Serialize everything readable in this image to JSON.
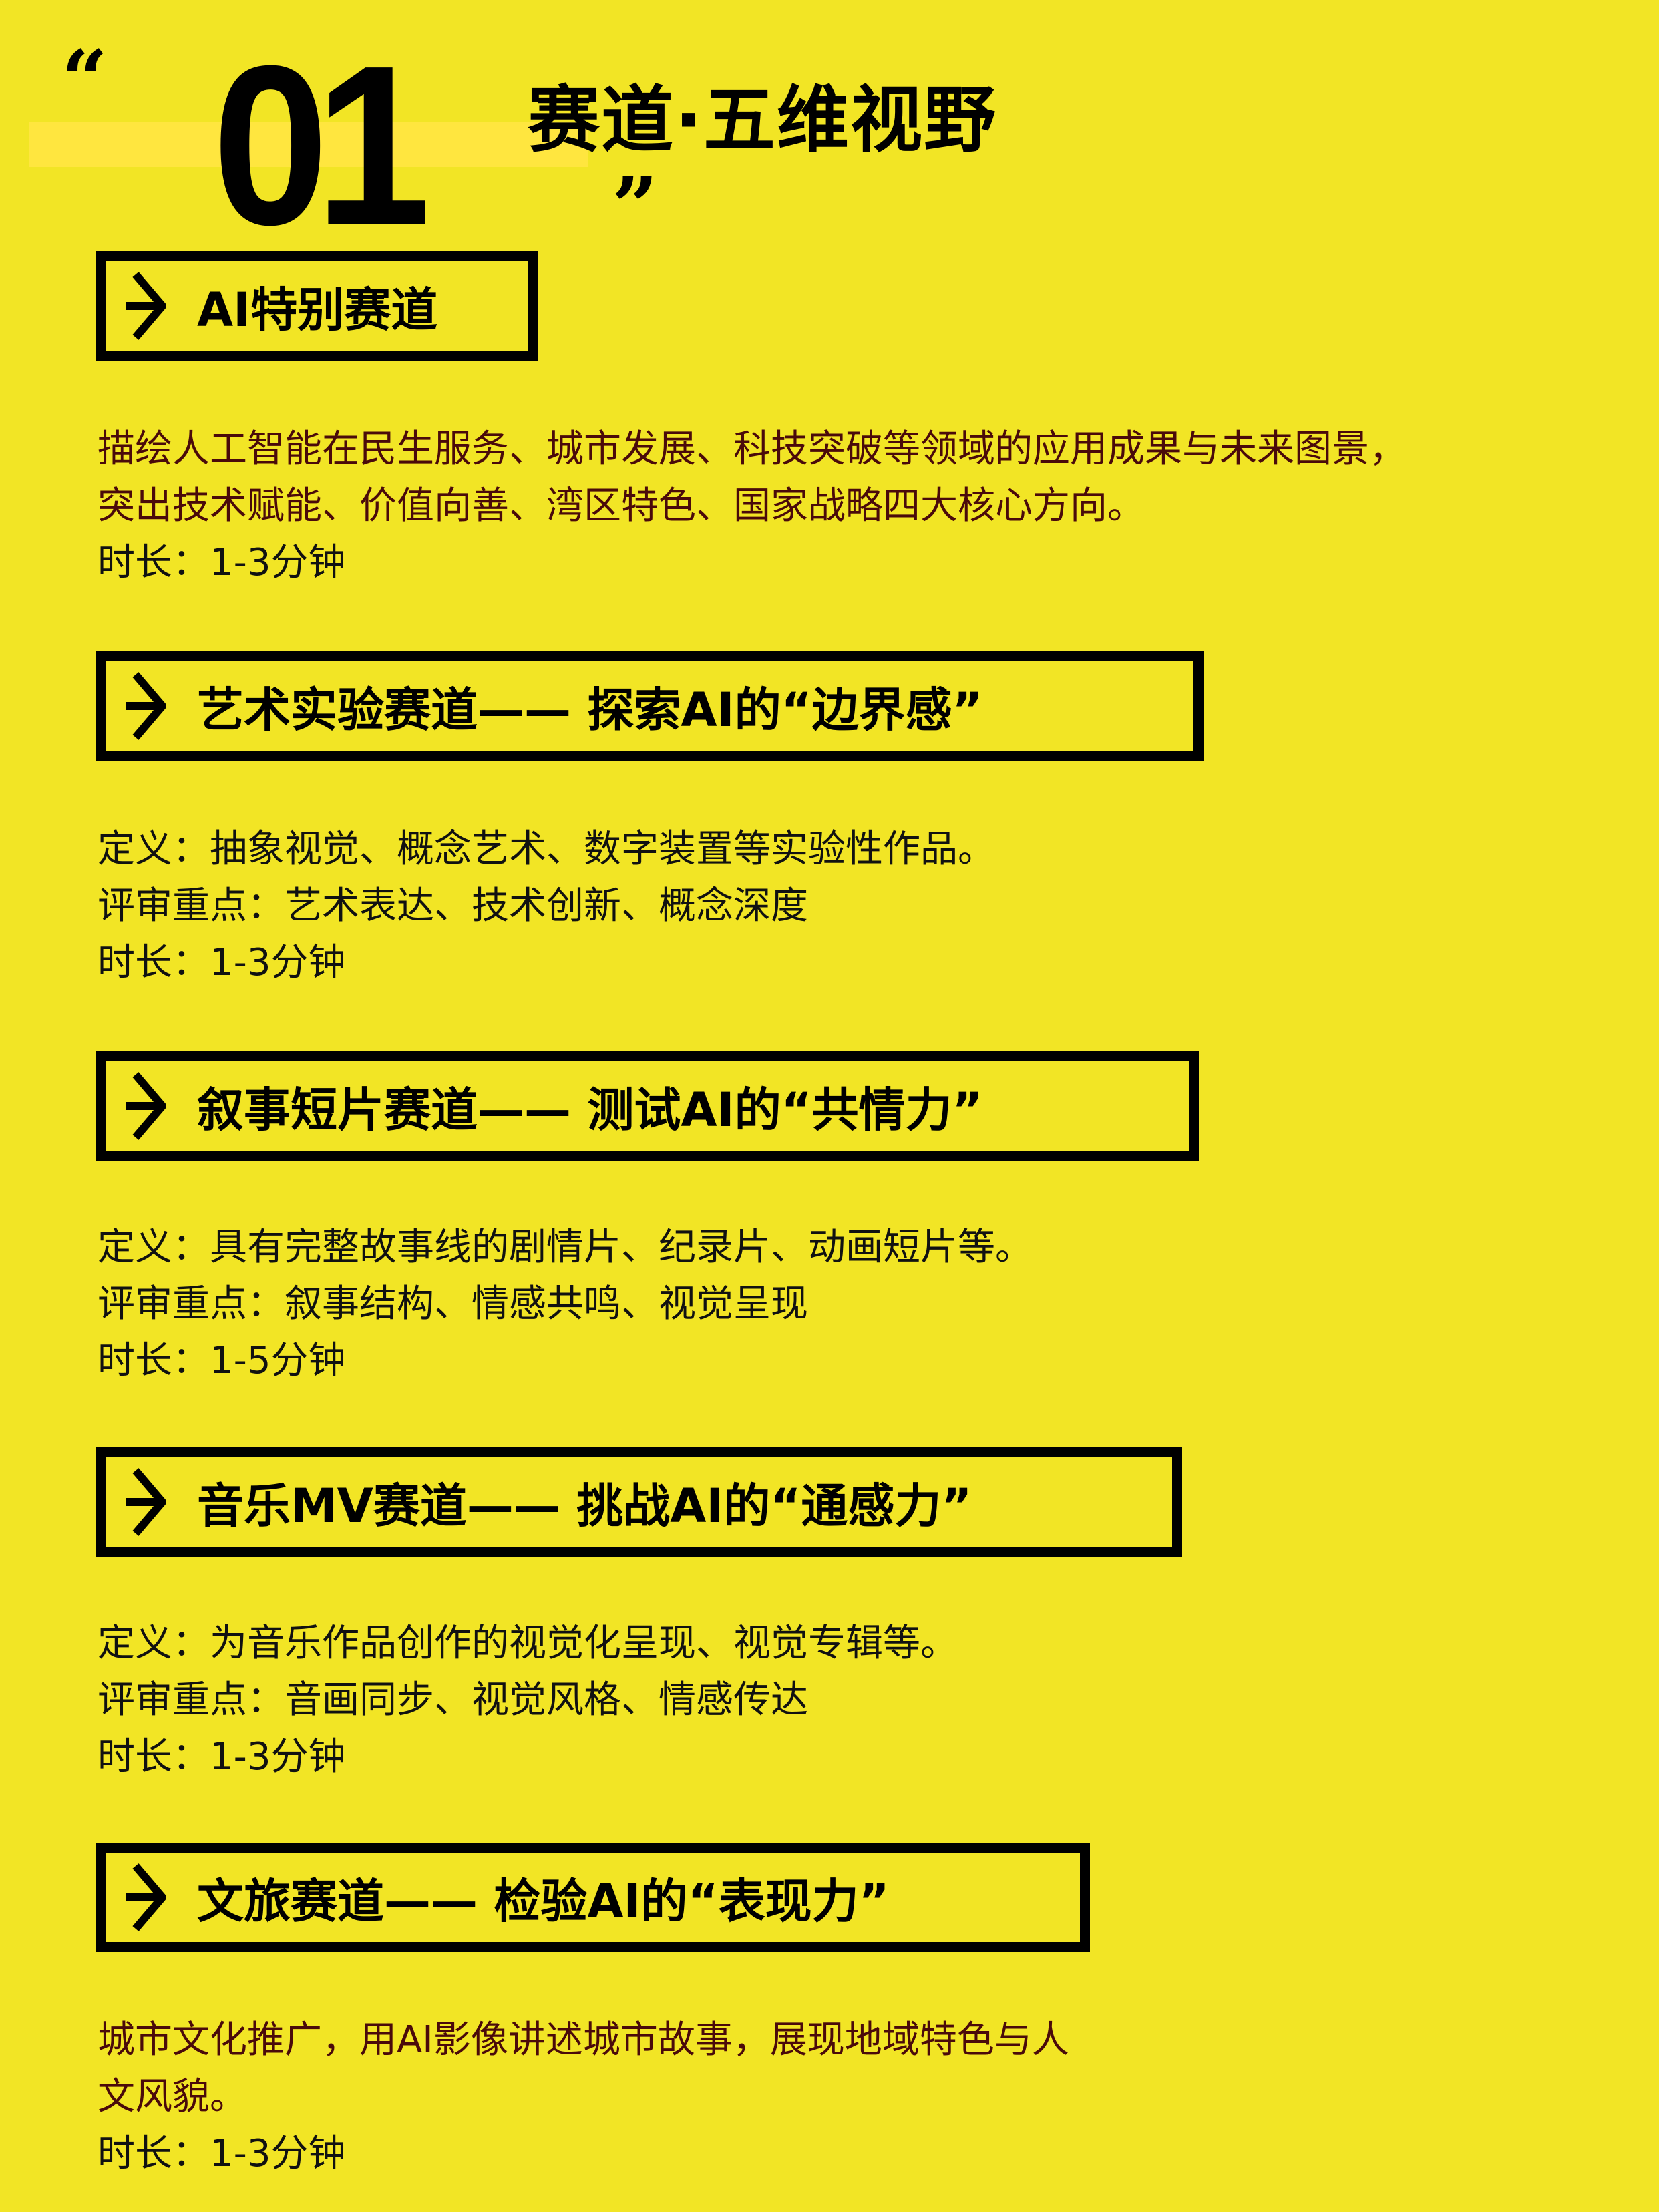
{
  "header": {
    "quote_open": "“",
    "number": "01",
    "title": "赛道·五维视野",
    "quote_close": "”"
  },
  "colors": {
    "background": "#F2E525",
    "highlight_bar": "#FFE63F",
    "accent_text": "#4A0A0A",
    "border": "#000000"
  },
  "tracks": [
    {
      "icon": "arrow-right-icon",
      "title": "AI特别赛道",
      "lines": [
        "描绘人工智能在民生服务、城市发展、科技突破等领域的应用成果与未来图景，",
        "突出技术赋能、价值向善、湾区特色、国家战略四大核心方向。"
      ],
      "duration": "时长：1-3分钟"
    },
    {
      "icon": "arrow-right-icon",
      "title": "艺术实验赛道—— 探索AI的“边界感”",
      "definition": "定义：抽象视觉、概念艺术、数字装置等实验性作品。",
      "criteria": "评审重点：艺术表达、技术创新、概念深度",
      "duration": "时长：1-3分钟"
    },
    {
      "icon": "arrow-right-icon",
      "title": "叙事短片赛道—— 测试AI的“共情力”",
      "definition": "定义：具有完整故事线的剧情片、纪录片、动画短片等。",
      "criteria": "评审重点：叙事结构、情感共鸣、视觉呈现",
      "duration": "时长：1-5分钟"
    },
    {
      "icon": "arrow-right-icon",
      "title": "音乐MV赛道—— 挑战AI的“通感力”",
      "definition": "定义：为音乐作品创作的视觉化呈现、视觉专辑等。",
      "criteria": "评审重点：音画同步、视觉风格、情感传达",
      "duration": "时长：1-3分钟"
    },
    {
      "icon": "arrow-right-icon",
      "title": "文旅赛道—— 检验AI的“表现力”",
      "lines": [
        "城市文化推广，用AI影像讲述城市故事，展现地域特色与人",
        "文风貌。"
      ],
      "duration": "时长：1-3分钟"
    }
  ]
}
